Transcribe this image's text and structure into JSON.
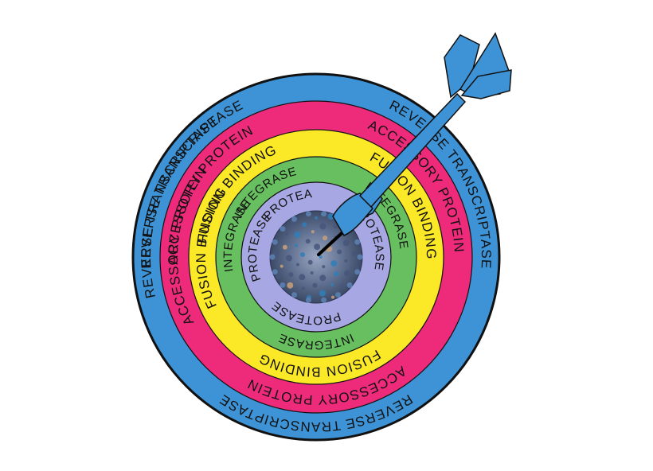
{
  "rings": [
    {
      "name": "reverse-transcriptase",
      "label": "REVERSE TRANSCRIPTASE",
      "color": "#3d93d6",
      "text_angles_deg": [
        -60,
        60,
        180,
        290
      ]
    },
    {
      "name": "accessory-protein",
      "label": "ACCESSORY PROTEIN",
      "color": "#ee2b7b",
      "text_angles_deg": [
        -60,
        55,
        175,
        275
      ]
    },
    {
      "name": "fusion-binding",
      "label": "FUSION BINDING",
      "color": "#fbe827",
      "text_angles_deg": [
        -52,
        60,
        178,
        275
      ]
    },
    {
      "name": "integrase",
      "label": "INTEGRASE",
      "color": "#67bf5f",
      "text_angles_deg": [
        -38,
        60,
        180,
        285
      ]
    },
    {
      "name": "protease",
      "label": "PROTEASE",
      "color": "#a7a7e3",
      "text_angles_deg": [
        -20,
        70,
        190,
        280
      ]
    }
  ],
  "bullseye": {
    "name": "virus-particle",
    "color": "#6f7f9a"
  },
  "outline_color": "#111111",
  "dart_color": "#3d93d6"
}
